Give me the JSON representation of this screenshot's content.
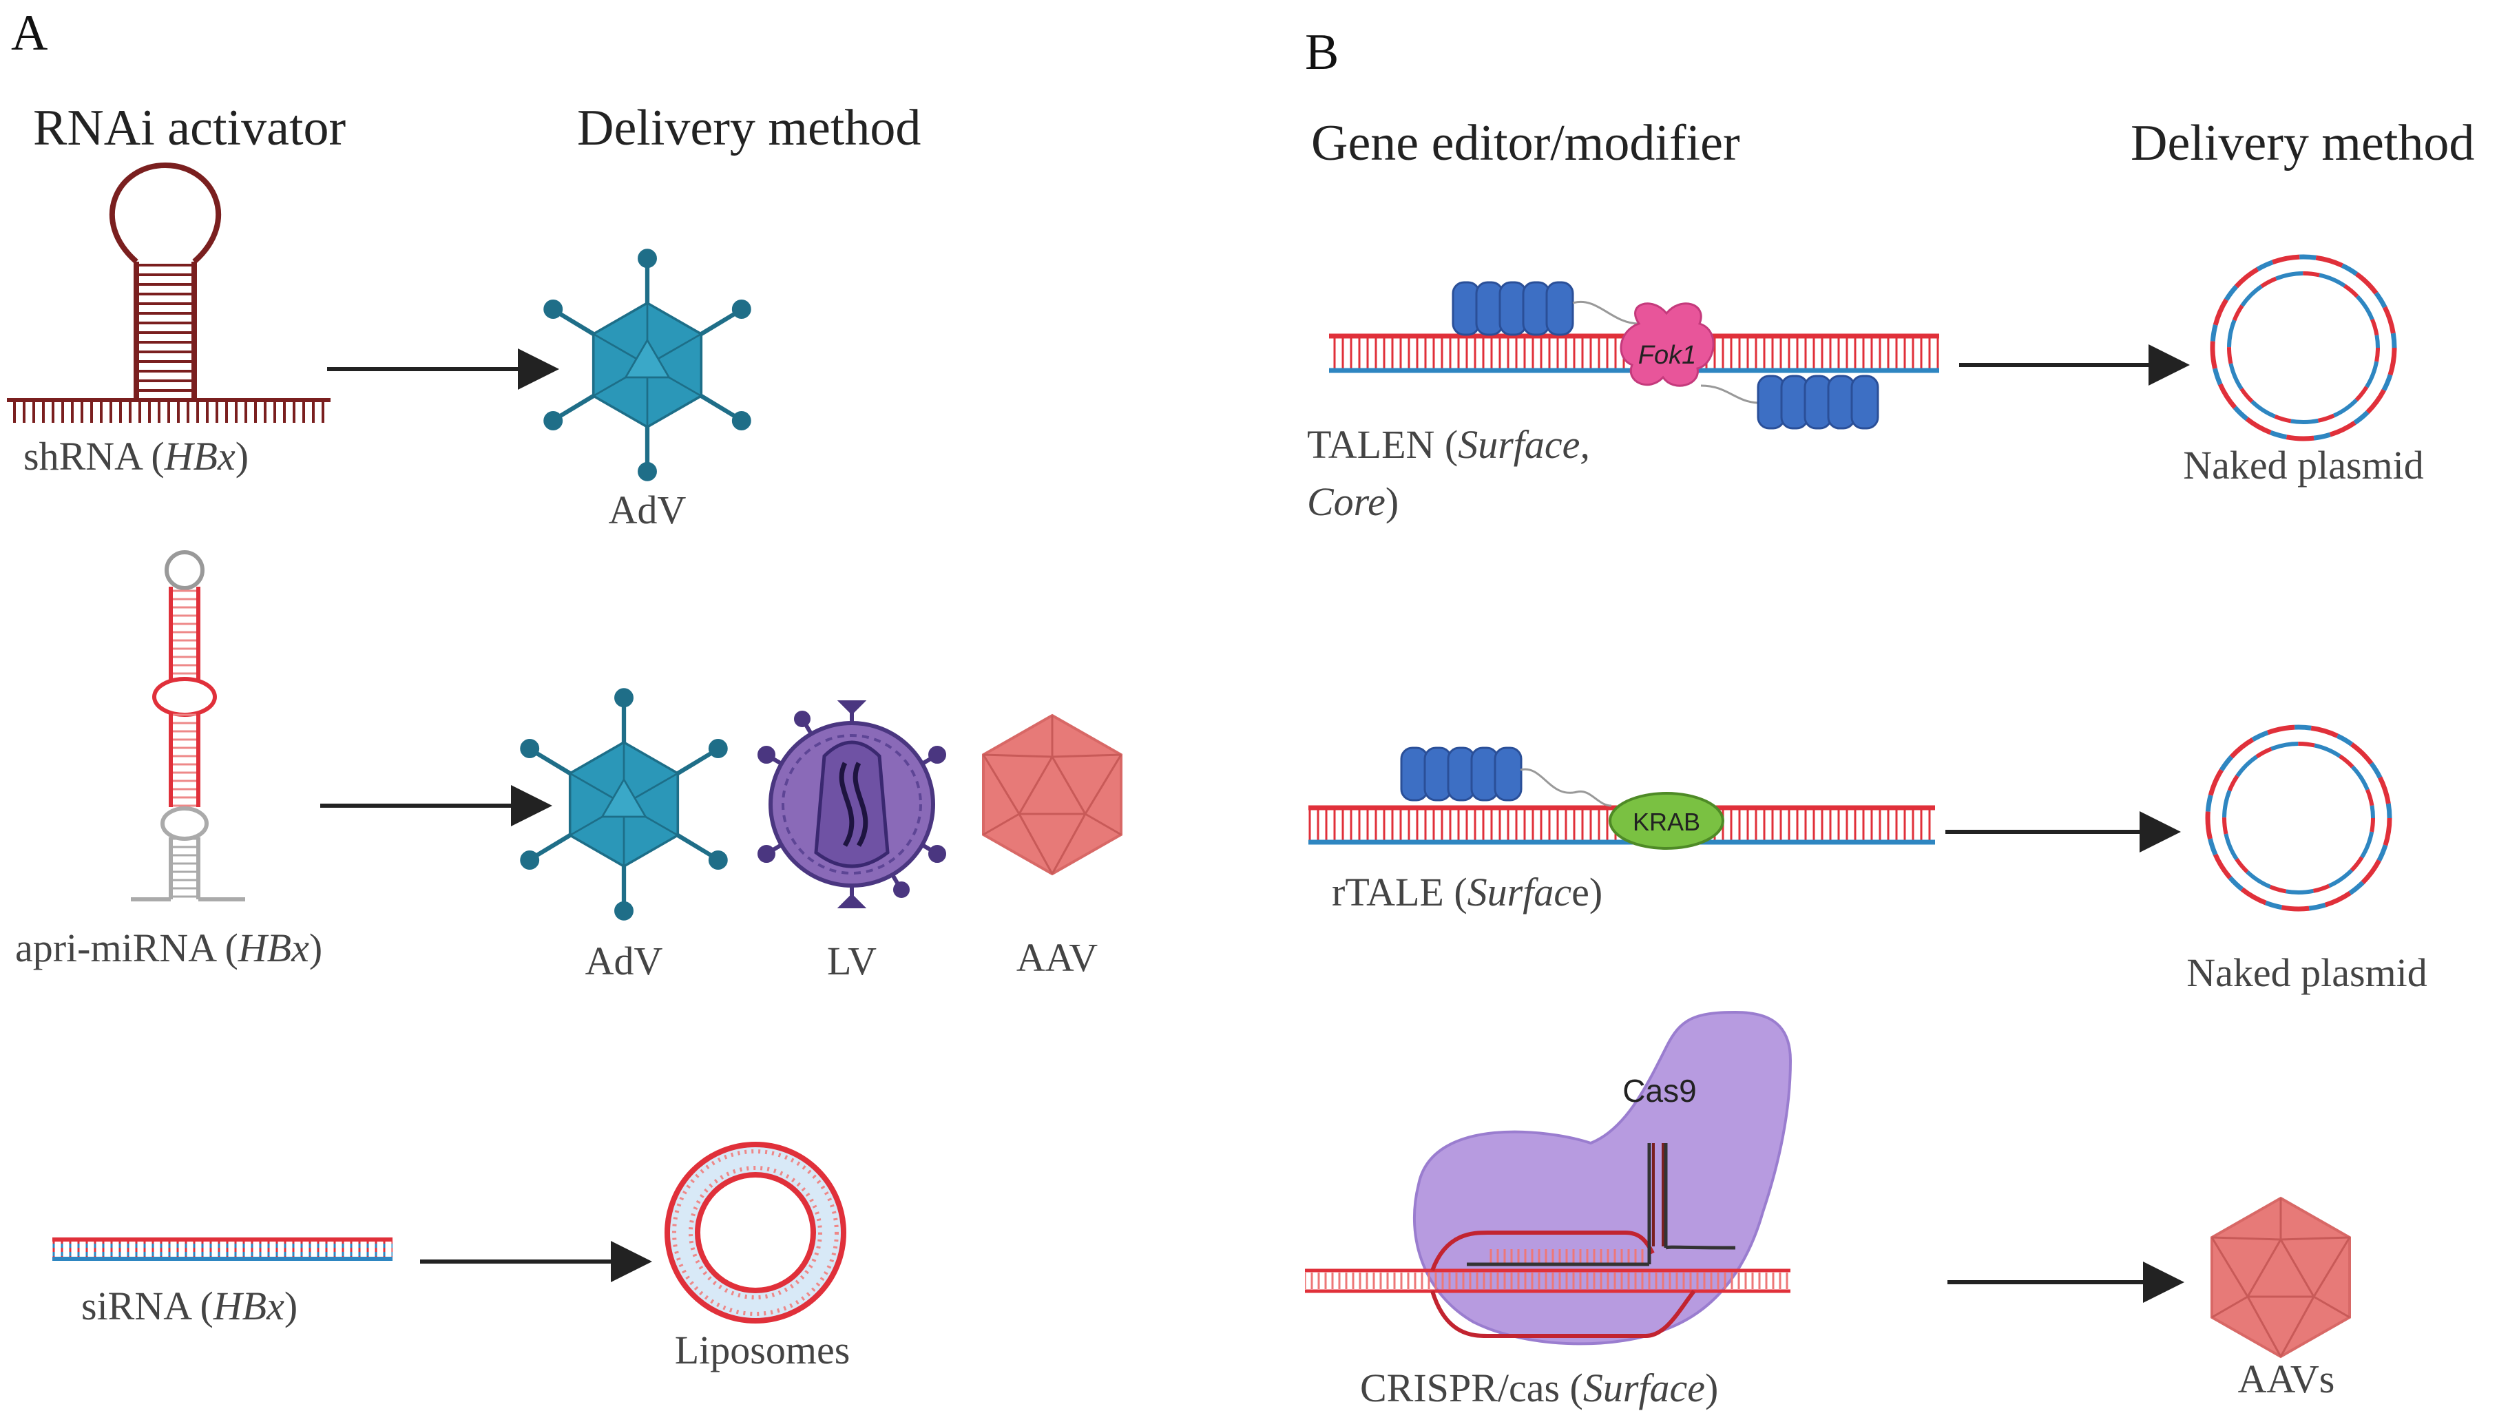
{
  "panel_a": {
    "letter": "A",
    "col_left": "RNAi activator",
    "col_right": "Delivery method",
    "rows": [
      {
        "activator": "shRNA (",
        "target": "HBx",
        "close": ")",
        "methods": [
          "AdV"
        ]
      },
      {
        "activator": "apri-miRNA (",
        "target": "HBx",
        "close": ")",
        "methods": [
          "AdV",
          "LV",
          "AAV"
        ]
      },
      {
        "activator": "siRNA (",
        "target": "HBx",
        "close": ")",
        "methods": [
          "Liposomes"
        ]
      }
    ]
  },
  "panel_b": {
    "letter": "B",
    "col_left": "Gene editor/modifier",
    "col_right": "Delivery method",
    "rows": [
      {
        "editor": "TALEN (",
        "target_line1": "Surface,",
        "target_line2": "Core",
        "close": ")",
        "protein": "Fok1",
        "method": "Naked plasmid"
      },
      {
        "editor": "rTALE (",
        "target": "Surfac",
        "tail": "e)",
        "protein": "KRAB",
        "method": "Naked plasmid"
      },
      {
        "editor": "CRISPR/cas (",
        "target": "Surface",
        "close": ")",
        "protein": "Cas9",
        "method": "AAVs"
      }
    ]
  },
  "colors": {
    "hairpin_dark": "#7a1f1f",
    "strand_red": "#e0303a",
    "strand_blue": "#2e86c1",
    "adv_blue": "#2b97b8",
    "lv_purple": "#8a6ab8",
    "aav_red": "#e77a78",
    "tale_blue": "#3d6fc4",
    "fok1_pink": "#e8559a",
    "krab_green": "#7ac142",
    "cas9_lilac": "#b79be0"
  }
}
